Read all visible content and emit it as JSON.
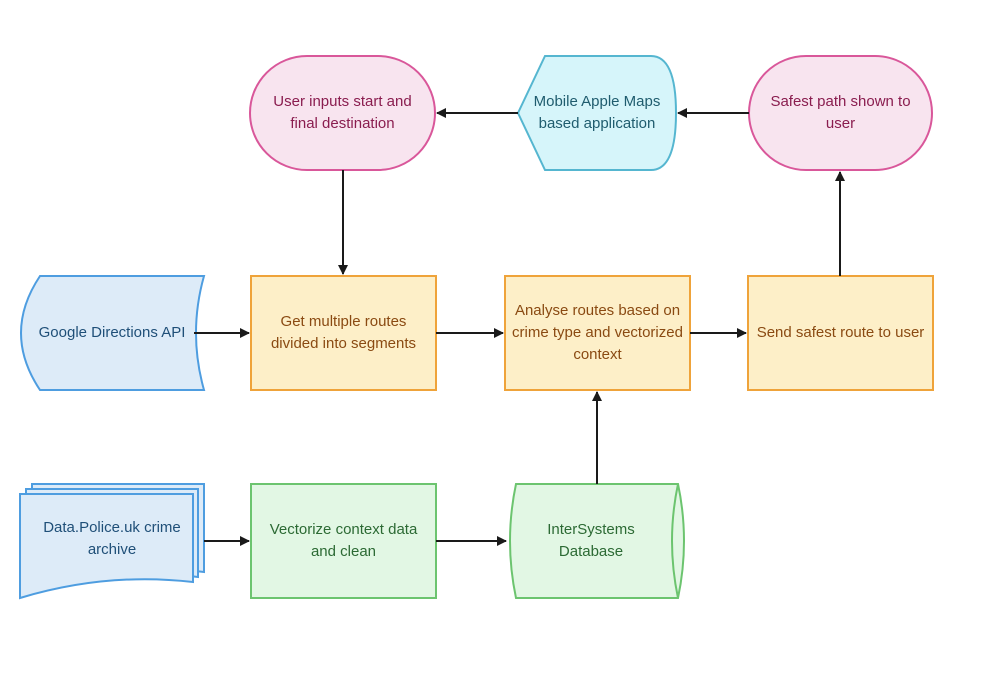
{
  "nodes": {
    "user_input": "User inputs start and final destination",
    "mobile_app": "Mobile Apple Maps based application",
    "safest_path": "Safest path shown to user",
    "google_api": "Google Directions API",
    "get_routes": "Get multiple routes divided into segments",
    "analyse": "Analyse routes based on crime type and vectorized context",
    "send_route": "Send safest route to user",
    "police_archive": "Data.Police.uk crime archive",
    "vectorize": "Vectorize context data and clean",
    "database": "InterSystems Database"
  },
  "colors": {
    "pink_fill": "#f8e4ef",
    "pink_stroke": "#d9579a",
    "cyan_fill": "#d6f5fa",
    "cyan_stroke": "#55b6d0",
    "blue_fill": "#ddebf8",
    "blue_stroke": "#4e9de0",
    "orange_fill": "#fdefc8",
    "orange_stroke": "#efa33a",
    "green_fill": "#e2f7e4",
    "green_stroke": "#6cc46f",
    "edge": "#1a1a1a"
  }
}
